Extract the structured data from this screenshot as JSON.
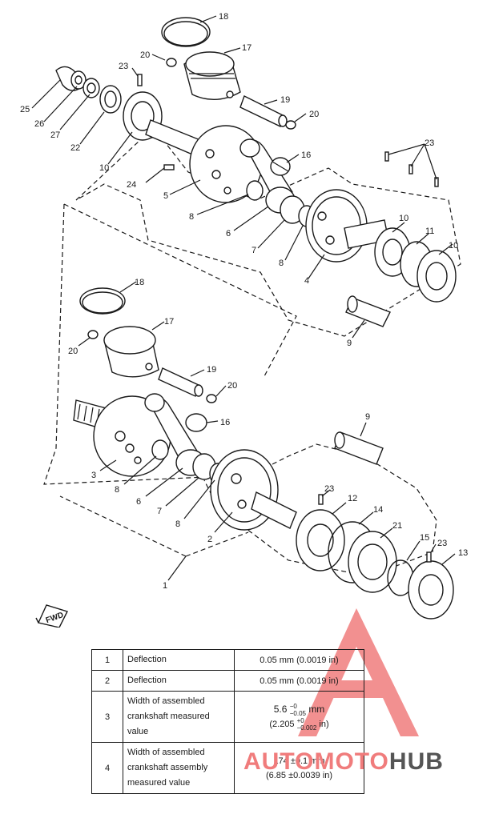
{
  "diagram": {
    "callouts": {
      "c18a": "18",
      "c17a": "17",
      "c20a": "20",
      "c23a": "23",
      "c25": "25",
      "c26": "26",
      "c27": "27",
      "c22": "22",
      "c10a": "10",
      "c19a": "19",
      "c20b": "20",
      "c16a": "16",
      "c24": "24",
      "c5": "5",
      "c8a": "8",
      "c6a": "6",
      "c7a": "7",
      "c8b": "8",
      "c4": "4",
      "c23b": "23",
      "c10b": "10",
      "c11": "11",
      "c10c": "10",
      "c9a": "9",
      "c18b": "18",
      "c17b": "17",
      "c20c": "20",
      "c19b": "19",
      "c20d": "20",
      "c16b": "16",
      "c3": "3",
      "c8c": "8",
      "c6b": "6",
      "c7b": "7",
      "c8d": "8",
      "c2": "2",
      "c9b": "9",
      "c23c": "23",
      "c12": "12",
      "c14": "14",
      "c21": "21",
      "c15": "15",
      "c23d": "23",
      "c13": "13",
      "c1": "1"
    },
    "fwd_label": "FWD"
  },
  "spec_table": {
    "rows": [
      {
        "num": "1",
        "item": "Deflection",
        "value": "0.05 mm (0.0019 in)"
      },
      {
        "num": "2",
        "item": "Deflection",
        "value": "0.05 mm (0.0019 in)"
      },
      {
        "num": "3",
        "item": "Width of assembled crankshaft measured value",
        "value_main": "5.6",
        "tol_up": "−0",
        "tol_down": "−0.05",
        "unit": "mm",
        "value_in": "(2.205",
        "tol_in_up": "+0",
        "tol_in_down": "−0.002",
        "unit_in": "in)"
      },
      {
        "num": "4",
        "item": "Width of assembled crankshaft assembly measured value",
        "value": "174 ±0.1 mm",
        "value_in": "(6.85 ±0.0039 in)"
      }
    ]
  },
  "watermark": {
    "part1": "AUTOMOTO",
    "part2": "HUB",
    "color_accent": "#f07c7c",
    "color_dark": "#555555"
  }
}
